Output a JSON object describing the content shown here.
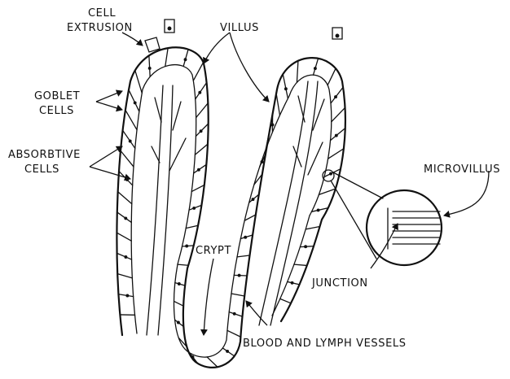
{
  "labels": {
    "cell_extrusion_1": "CELL",
    "cell_extrusion_2": "EXTRUSION",
    "villus": "VILLUS",
    "goblet_1": "GOBLET",
    "goblet_2": "CELLS",
    "absorptive_1": "ABSORBTIVE",
    "absorptive_2": "CELLS",
    "microvillus": "MICROVILLUS",
    "crypt": "CRYPT",
    "junction": "JUNCTION",
    "vessels": "BLOOD AND LYMPH VESSELS"
  }
}
